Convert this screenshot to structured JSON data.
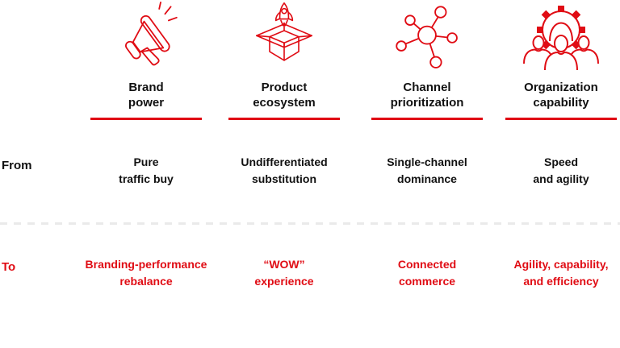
{
  "palette": {
    "accent_red": "#E00C14",
    "text_black": "#111111",
    "divider_gray": "#EAEAEA",
    "background": "#FFFFFF"
  },
  "row_labels": {
    "from": "From",
    "to": "To"
  },
  "columns": [
    {
      "icon": "megaphone-icon",
      "title1": "Brand",
      "title2": "power",
      "from1": "Pure",
      "from2": "traffic buy",
      "to1": "Branding-performance",
      "to2": "rebalance"
    },
    {
      "icon": "rocket-box-icon",
      "title1": "Product",
      "title2": "ecosystem",
      "from1": "Undifferentiated",
      "from2": "substitution",
      "to1": "“WOW”",
      "to2": "experience"
    },
    {
      "icon": "network-icon",
      "title1": "Channel",
      "title2": "prioritization",
      "from1": "Single-channel",
      "from2": "dominance",
      "to1": "Connected",
      "to2": "commerce"
    },
    {
      "icon": "gear-team-icon",
      "title1": "Organization",
      "title2": "capability",
      "from1": "Speed",
      "from2": "and agility",
      "to1": "Agility, capability,",
      "to2": "and efficiency"
    }
  ]
}
